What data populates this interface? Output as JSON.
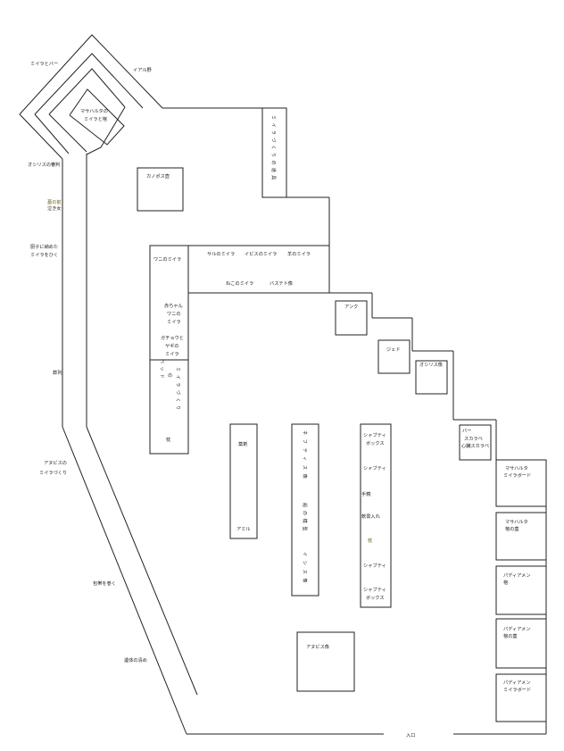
{
  "labels": {
    "mummy_and_ba": "ミイラとバー",
    "field_of_reeds": "イアル野",
    "masaharta_1": "マサハルタの",
    "masaharta_2": "ミイラと棺",
    "osiris_judgment": "オシリスの審判",
    "grave_cry_1": "墓の前",
    "grave_cry_2": "泣き女",
    "shrine_1": "厨子に納めた",
    "shrine_2": "ミイラをひく",
    "procession": "葬列",
    "anubis_mummy_1": "アヌビスの",
    "anubis_mummy_2": "ミイラづくり",
    "wrap_bandage": "包帯を巻く",
    "body_wash": "遺体の清め",
    "entrance": "入口",
    "tools_v": "ミイラづくりの道具",
    "canopic": "カノポス壺",
    "crocodile_mummy": "ワニのミイラ",
    "monkey_mummy": "サルのミイラ",
    "ibis_mummy": "イビスのミイラ",
    "sheep_mummy": "羊のミイラ",
    "cat_mummy": "ねこのミイラ",
    "bastet": "バステト像",
    "baby_croc_1": "赤ちゃん",
    "baby_croc_2": "ワニの",
    "baby_croc_3": "ミイラ",
    "goose_goat_1": "ガチョウと",
    "goose_goat_2": "ヤギの",
    "goose_goat_3": "ミイラ",
    "bed_v1": "ミイラづくり",
    "bed_v2": "の",
    "bed_v3": "ベッド",
    "pillow_1": "枕",
    "ankh": "アンク",
    "djed": "ジェド",
    "osiris_statue": "オシリス像",
    "ba_scarab_1": "バー",
    "ba_scarab_2": "スカラベ",
    "ba_scarab_3": "心臓スカラベ",
    "medicine": "薬剤",
    "amulet": "アミル",
    "nephthys_v": "ネフティス像",
    "boat_v": "船の模型",
    "isis_v": "イシス像",
    "shabti_box_1a": "シャブティ",
    "shabti_box_1b": "ボックス",
    "shabti_1": "シャブティ",
    "mirror": "手鏡",
    "cosmetic_case": "軟膏入れ",
    "pillow_2": "枕",
    "shabti_2": "シャブティ",
    "shabti_box_2a": "シャブティ",
    "shabti_box_2b": "ボックス",
    "anubis_statue": "アヌビス像",
    "masaharta_board_1": "マサハルタ",
    "masaharta_board_2": "ミイラボード",
    "masaharta_lid_1": "マサハルタ",
    "masaharta_lid_2": "棺の蓋",
    "padiamen_coffin_1": "パディアメン",
    "padiamen_coffin_2": "棺",
    "padiamen_lid_1": "パディアメン",
    "padiamen_lid_2": "棺の蓋",
    "padiamen_board_1": "パディアメン",
    "padiamen_board_2": "ミイラボード"
  }
}
